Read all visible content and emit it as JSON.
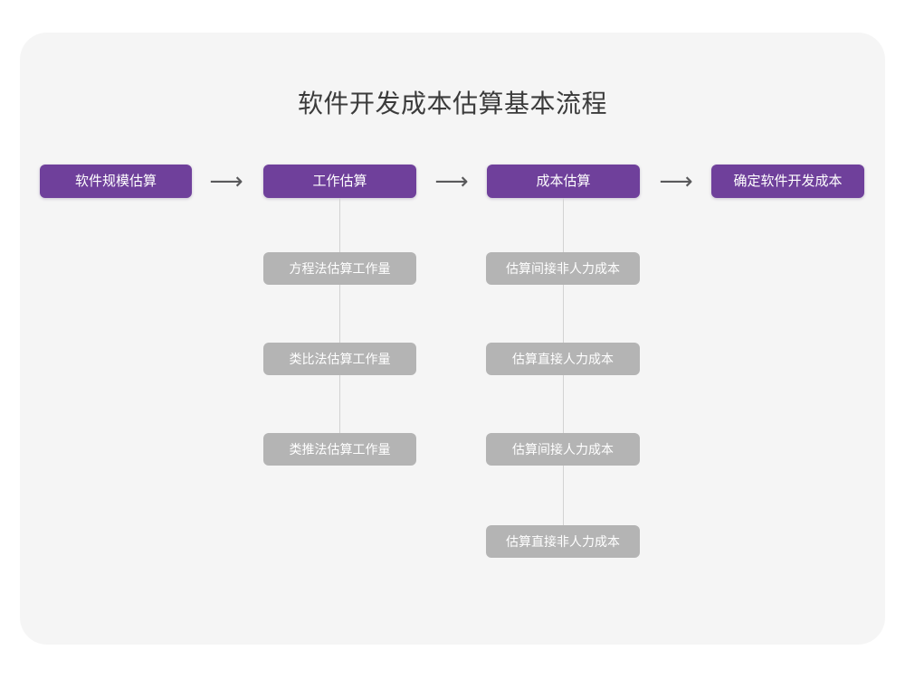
{
  "diagram": {
    "title": "软件开发成本估算基本流程",
    "arrow_glyph": "⟶",
    "colors": {
      "canvas": "#ffffff",
      "card": "#f5f5f5",
      "stage_box": "#6f409b",
      "sub_box": "#b4b4b4",
      "connector": "#d2d2d2",
      "title_text": "#3b3b3b",
      "box_text": "#ffffff",
      "arrow": "#59595b"
    },
    "stages": [
      {
        "label": "软件规模估算"
      },
      {
        "label": "工作估算"
      },
      {
        "label": "成本估算"
      },
      {
        "label": "确定软件开发成本"
      }
    ],
    "arrows": [
      {
        "glyph": "⟶"
      },
      {
        "glyph": "⟶"
      },
      {
        "glyph": "⟶"
      }
    ],
    "branches": {
      "work_estimation": [
        {
          "label": "方程法估算工作量"
        },
        {
          "label": "类比法估算工作量"
        },
        {
          "label": "类推法估算工作量"
        }
      ],
      "cost_estimation": [
        {
          "label": "估算间接非人力成本"
        },
        {
          "label": "估算直接人力成本"
        },
        {
          "label": "估算间接人力成本"
        },
        {
          "label": "估算直接非人力成本"
        }
      ]
    }
  }
}
